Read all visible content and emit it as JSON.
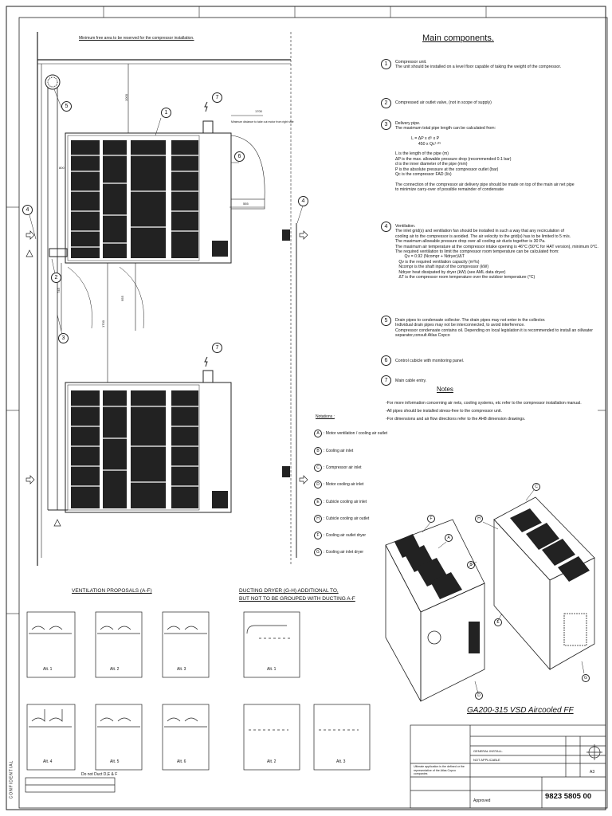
{
  "drawing": {
    "min_free_area_note": "Minimum free area to be reserved for the compressor installation.",
    "dim_top_vertical": "1000",
    "dim_side_1700": "1700",
    "dim_side_note": "Minimum distance to take out motor from right side",
    "dim_800": "800",
    "dim_555": "555",
    "dim_745": "745",
    "dim_955": "955",
    "dim_1700_mid": "1700",
    "callouts": [
      "1",
      "2",
      "3",
      "4",
      "5",
      "6",
      "7"
    ]
  },
  "main_components": {
    "title": "Main components.",
    "items": [
      {
        "num": "1",
        "text": "Compressor unit.\nThe unit should be installed on a level floor capable of taking the weight of the compressor."
      },
      {
        "num": "2",
        "text": "Compressed air outlet valve, (not in scope of supply)"
      },
      {
        "num": "3",
        "text": "Delivery pipe.\nThe maximum total pipe length can be calculated from:\n\n              L = ΔP x d⁵ x P\n                    450 x Qc¹·⁸⁵\n\nL is the length of the pipe (m)\nΔP is the max. allowable pressure drop (recommended 0.1 bar)\nd is the inner diameter of the pipe (mm)\nP is the absolute pressure at the compressor outlet (bar)\nQc is the compressor FAD (l/s)\n\nThe connection of the compressor air delivery pipe should be made on top of the main air net pipe\nto minimize carry-over of possible remainder of condensate"
      },
      {
        "num": "4",
        "text": "Ventilation.\nThe inlet grid(s) and ventilation fan should be installed in such a way that any recirculation of\ncooling air to the compressor is avoided. The air velocity to the grid(s) has to be limited to 5 m/s.\nThe maximum allowable pressure drop over all cooling air ducts together is 30 Pa.\nThe maximum air temperature at the compressor intake opening is 46°C (50°C for HAT version), minimum 0°C.\nThe required ventilation to limit the compressor room temperature can be calculated from:\n        Qv = 0.92 (Ncompr + Ndryer)/ΔT\n   Qv is the required ventilation capacity (m³/s)\n   Ncompr is the shaft input of the compressor (kW)\n   Ndryer heat dissipated by dryer (kW) (see AML data dryer)\n   ΔT is the compressor room temperature over the outdoor temperature (°C)"
      },
      {
        "num": "5",
        "text": "Drain pipes to condensate collector. The drain pipes may not enter in the collector.\nIndividual drain pipes may not be interconnected, to avoid interference.\nCompressor condensate contains oil. Depending on local legislation it is recommended to install an oil/water\nseparator,consult Atlas Copco"
      },
      {
        "num": "6",
        "text": "Control cubicle with monitoring panel."
      },
      {
        "num": "7",
        "text": "Main cable entry."
      }
    ]
  },
  "notes": {
    "title": "Notes",
    "lines": [
      "-For more information concerning air nets, cooling systems, etc refer to the compressor installation manual.",
      "-All pipes should be installed stress-free to the compressor unit.",
      "-For dimensions and air flow directions refer to the AH8 dimension drawings."
    ]
  },
  "notations": {
    "title": "Notations :",
    "items": [
      {
        "letter": "A",
        "text": ": Motor ventilation / cooling air outlet"
      },
      {
        "letter": "B",
        "text": ": Cooling air inlet"
      },
      {
        "letter": "C",
        "text": ": Compressor air inlet"
      },
      {
        "letter": "D",
        "text": ": Motor cooling air inlet"
      },
      {
        "letter": "E",
        "text": ": Cubicle cooling air inlet"
      },
      {
        "letter": "H",
        "text": ": Cubicle cooling air outlet"
      },
      {
        "letter": "F",
        "text": ": Cooling air outlet dryer"
      },
      {
        "letter": "G",
        "text": ": Cooling air inlet dryer"
      }
    ]
  },
  "ventilation": {
    "title": "VENTILATION PROPOSALS (A-F)",
    "alts": [
      "Alt. 1",
      "Alt. 2",
      "Alt. 3",
      "Alt. 4",
      "Alt. 5",
      "Alt. 6"
    ],
    "footer": "Do not Duct D,E & F"
  },
  "ducting": {
    "title_line1": "DUCTING DRYER (G-H) ADDITIONAL TO,",
    "title_line2": "BUT NOT TO BE GROUPED WITH DUCTING A-F",
    "alts": [
      "Alt. 1",
      "Alt. 2",
      "Alt. 3"
    ]
  },
  "iso_labels": [
    "F",
    "A",
    "B",
    "E",
    "D",
    "H",
    "C",
    "G"
  ],
  "title_block": {
    "model": "GA200-315 VSD Aircooled FF",
    "drawing_number": "9823 5805 00",
    "general_tolerance": "GENERAL INSTALL.",
    "not_applicable": "NOT APPLICABLE",
    "copy_note": "Ultimate application is the defined or the representative of the Atlas Copco companies",
    "approved": "Approved",
    "sheet_size": "A3",
    "confidential": "CONFIDENTIAL"
  }
}
